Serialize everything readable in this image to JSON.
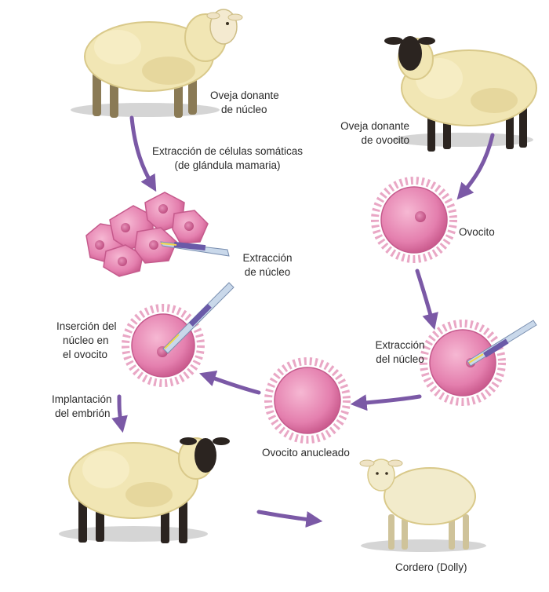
{
  "labels": {
    "donor_nucleus": [
      "Oveja donante",
      "de núcleo"
    ],
    "extraction_somatic": [
      "Extracción de células somáticas",
      "(de glándula mamaria)"
    ],
    "donor_oocyte": [
      "Oveja donante",
      "de ovocito"
    ],
    "oocyte": "Ovocito",
    "nucleus_extraction_left": [
      "Extracción",
      "de núcleo"
    ],
    "nucleus_extraction_right": [
      "Extracción",
      "del núcleo"
    ],
    "insertion": [
      "Inserción del",
      "núcleo en",
      "el ovocito"
    ],
    "implantation": [
      "Implantación",
      "del embrión"
    ],
    "enucleated": "Ovocito anucleado",
    "lamb": "Cordero (Dolly)"
  },
  "colors": {
    "arrow": "#7b59a6",
    "cell_fill": "#e889b4",
    "cell_edge": "#c55a8c",
    "wool": "#f1e6b4",
    "wool_shade": "#d9c98a",
    "black_face": "#2b2420",
    "shadow": "#d5d5d5"
  },
  "icons": [
    "sheep-white-face",
    "sheep-black-face",
    "lamb",
    "somatic-cells",
    "oocyte",
    "micropipette",
    "arrow"
  ]
}
